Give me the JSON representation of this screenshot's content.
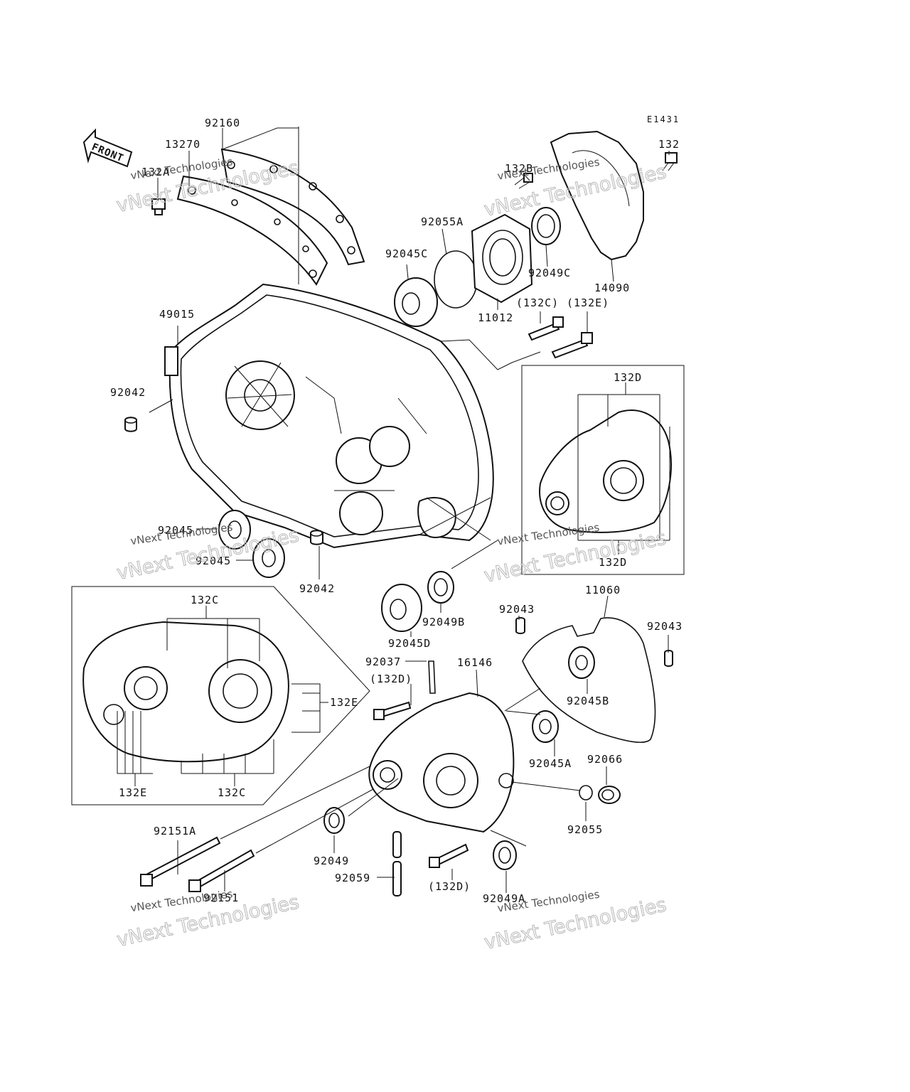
{
  "diagram_code": "E1431",
  "front_label": "FRONT",
  "watermark": {
    "line1": "vNext Technologies",
    "line2": "vNext Technologies"
  },
  "labels": {
    "p92160": "92160",
    "p13270": "13270",
    "p132A": "132A",
    "p132B": "132B",
    "p132": "132",
    "p92055A": "92055A",
    "p92045C": "92045C",
    "p92049C": "92049C",
    "p14090": "14090",
    "p11012": "11012",
    "p132C_top": "(132C)",
    "p132E_top": "(132E)",
    "p49015": "49015",
    "p92042_left": "92042",
    "p132D_upper": "132D",
    "p132D_lower": "132D",
    "p92045_a": "92045",
    "p92045_b": "92045",
    "p92042_mid": "92042",
    "p92049B": "92049B",
    "p92045D": "92045D",
    "p132C_box_top": "132C",
    "p132E_box_right": "132E",
    "p132E_box_bottom": "132E",
    "p132C_box_bottom": "132C",
    "p11060": "11060",
    "p92043_a": "92043",
    "p92043_b": "92043",
    "p92037": "92037",
    "p132D_mid": "(132D)",
    "p16146": "16146",
    "p92045B": "92045B",
    "p92045A": "92045A",
    "p92066": "92066",
    "p92055": "92055",
    "p92151A": "92151A",
    "p92151": "92151",
    "p92049": "92049",
    "p92059": "92059",
    "p132D_bottom": "(132D)",
    "p92049A": "92049A"
  }
}
